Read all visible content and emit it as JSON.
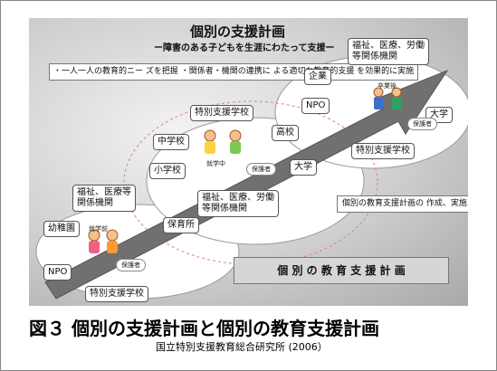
{
  "figure": {
    "title": "個別の支援計画",
    "subtitle": "ー障害のある子どもを生涯にわたって支援ー",
    "note_left": "・一人一人の教育的ニー\nズを把握\n\n・関係者・機関の連携に\nよる適切な教育的支援\nを効果的に実施",
    "note_right": "個別の教育支援計画の\n作成、実施、評価\n（「Plan－Do－See」の\nプロセス）が重要",
    "banner": "個 別 の 教 育 支 援 計 画",
    "stages": {
      "preschool": "就学前",
      "school": "就学中",
      "graduate": "卒業後"
    },
    "guardian": "保護者",
    "boxes": {
      "welfare_top": "福祉、医療、労働\n等関係機関",
      "company": "企業",
      "npo_top": "NPO",
      "university_top": "大学",
      "special_school_right": "特別支援学校",
      "special_school_mid": "特別支援学校",
      "high_school": "高校",
      "middle_school": "中学校",
      "elementary": "小学校",
      "university_mid": "大学",
      "welfare_left": "福祉、医療等\n関係機関",
      "kindergarten": "幼稚園",
      "nursery": "保育所",
      "welfare_mid": "福祉、医療、労働\n等関係機関",
      "npo_bottom": "NPO",
      "special_school_bottom": "特別支援学校"
    }
  },
  "caption": "図３ 個別の支援計画と個別の教育支援計画",
  "source": "国立特別支援教育総合研究所 (2006）",
  "colors": {
    "arrow": "#707070",
    "ellipse": "#ffffff",
    "dashed_ellipse": "#e08080"
  }
}
